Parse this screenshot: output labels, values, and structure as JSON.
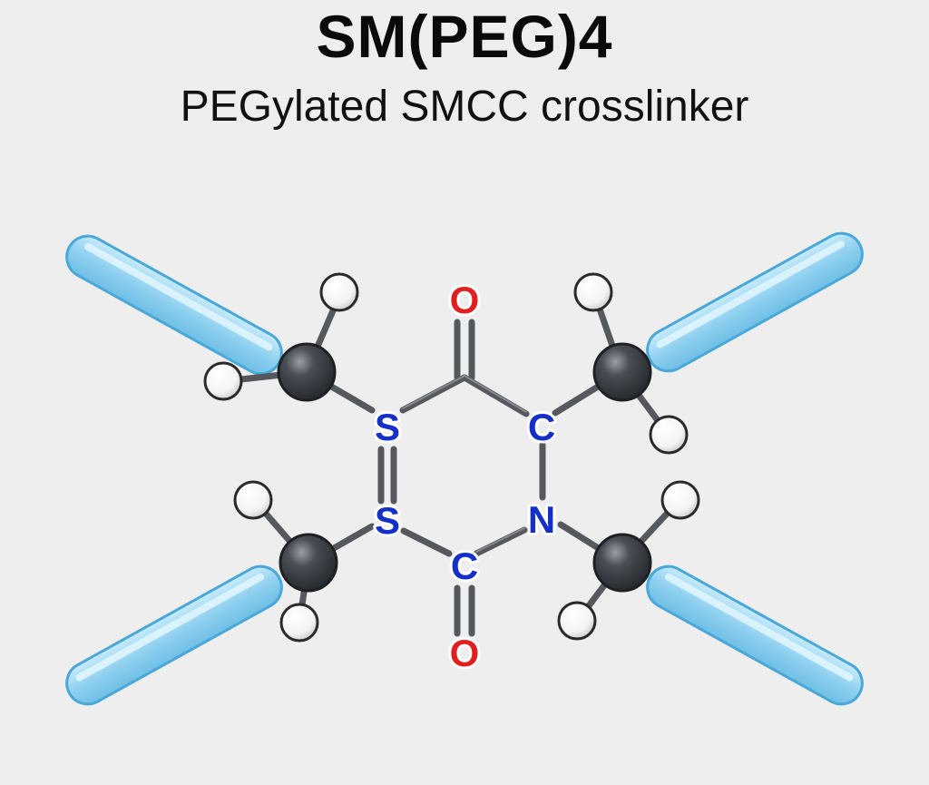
{
  "header": {
    "title": "SM(PEG)4",
    "subtitle": "PEGylated SMCC crosslinker"
  },
  "ring_atoms": {
    "s_upper": "S",
    "s_lower": "S",
    "c_upper": "C",
    "c_lower": "C",
    "n": "N",
    "o_top": "O",
    "o_bottom": "O"
  },
  "colors": {
    "background": "#eeeeef",
    "sulfur_nitrogen_carbon_label": "#1530c8",
    "oxygen": "#e02020",
    "bond": "#55585c",
    "carbon_atom": "#3c3f44",
    "hydrogen_atom": "#ffffff",
    "peg_rod": "#8fd0ef",
    "peg_rod_outline": "#4aa8d8"
  }
}
